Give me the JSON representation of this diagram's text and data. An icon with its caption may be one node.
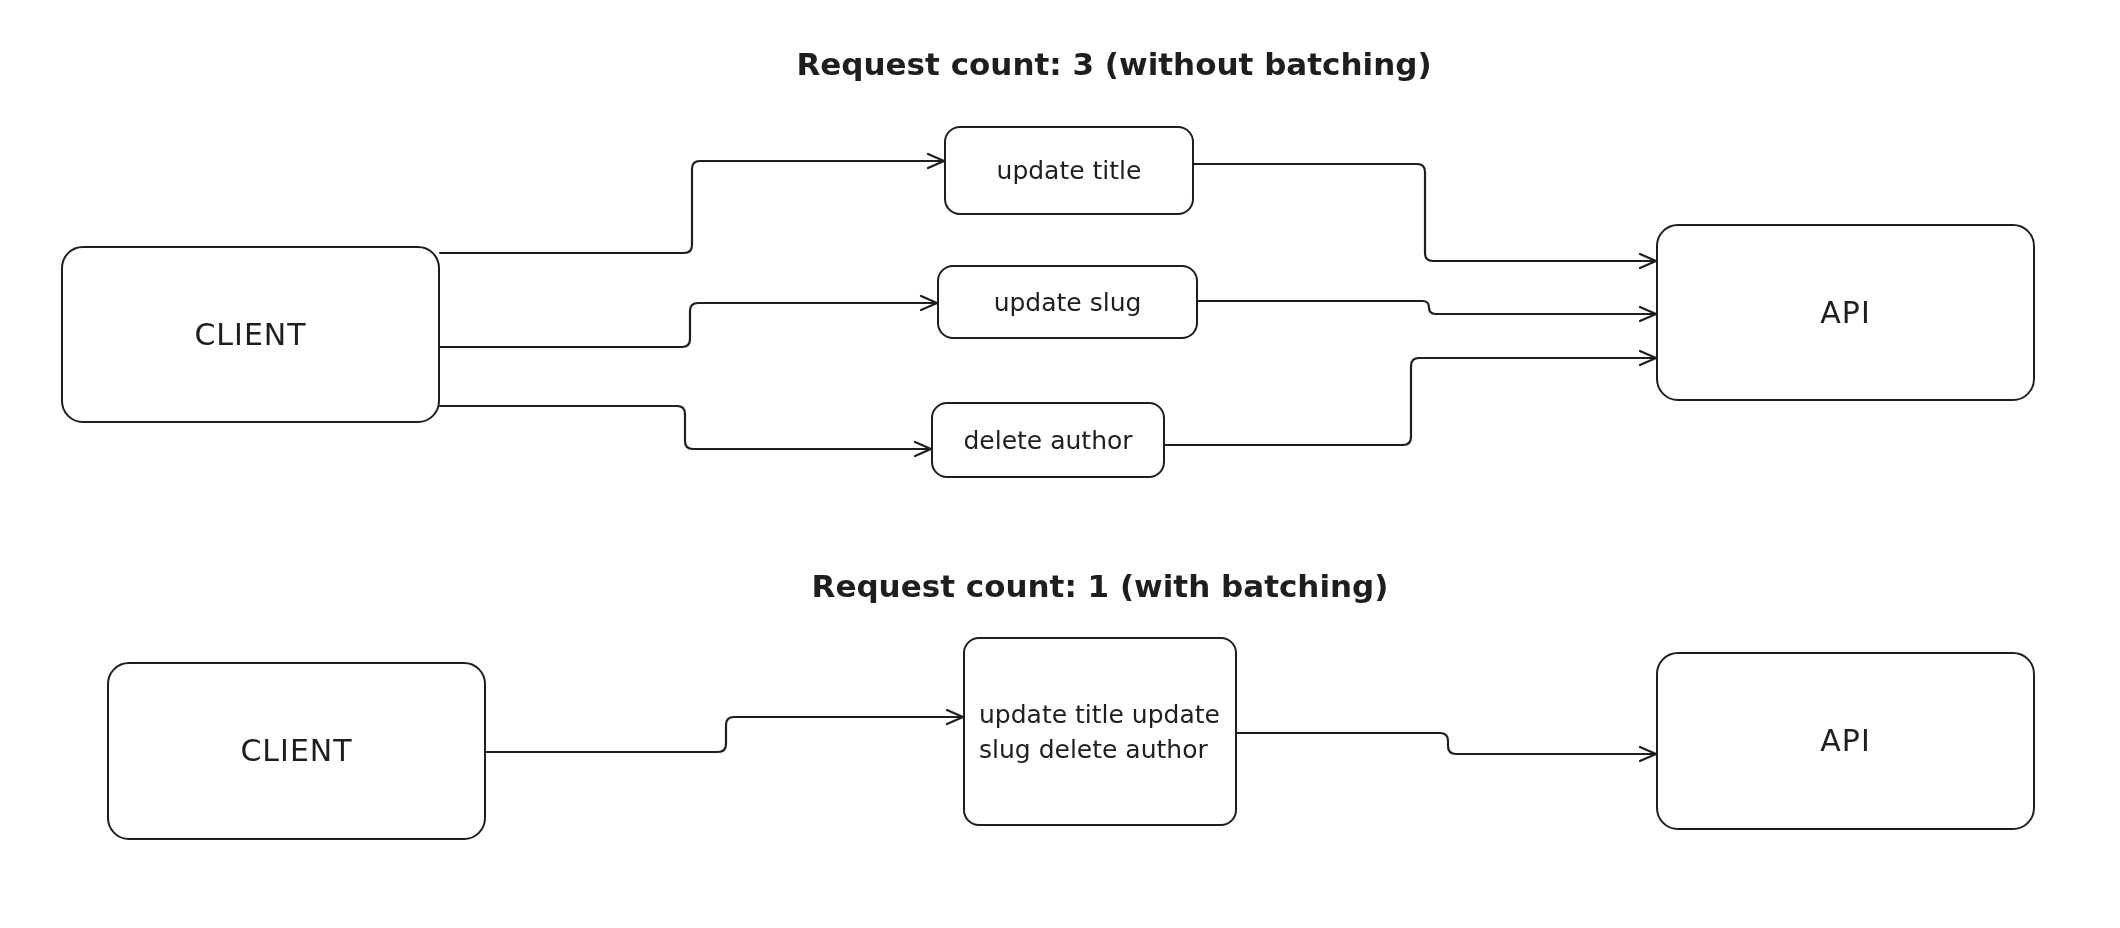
{
  "diagram": {
    "nodes": [
      {
        "text": [
          "CLIENT"
        ]
      },
      {
        "text": [
          "update title"
        ]
      },
      {
        "text": [
          "update slug"
        ]
      },
      {
        "text": [
          "delete author"
        ]
      },
      {
        "text": [
          "API"
        ]
      },
      {
        "text": [
          "CLIENT"
        ]
      },
      {
        "text": [
          "update title update slug delete author"
        ]
      },
      {
        "text": [
          "API"
        ]
      }
    ],
    "edges": [
      {
        "from": 0,
        "to": 1,
        "arrow": "to"
      },
      {
        "from": 0,
        "to": 2,
        "arrow": "to"
      },
      {
        "from": 0,
        "to": 3,
        "arrow": "to"
      },
      {
        "from": 1,
        "to": 4,
        "arrow": "to"
      },
      {
        "from": 2,
        "to": 4,
        "arrow": "to"
      },
      {
        "from": 3,
        "to": 4,
        "arrow": "to"
      },
      {
        "from": 5,
        "to": 6,
        "arrow": "to"
      },
      {
        "from": 6,
        "to": 7,
        "arrow": "to"
      }
    ],
    "labels": [
      "Request count: 3 (without batching)",
      "Request count: 1 (with batching)"
    ]
  }
}
